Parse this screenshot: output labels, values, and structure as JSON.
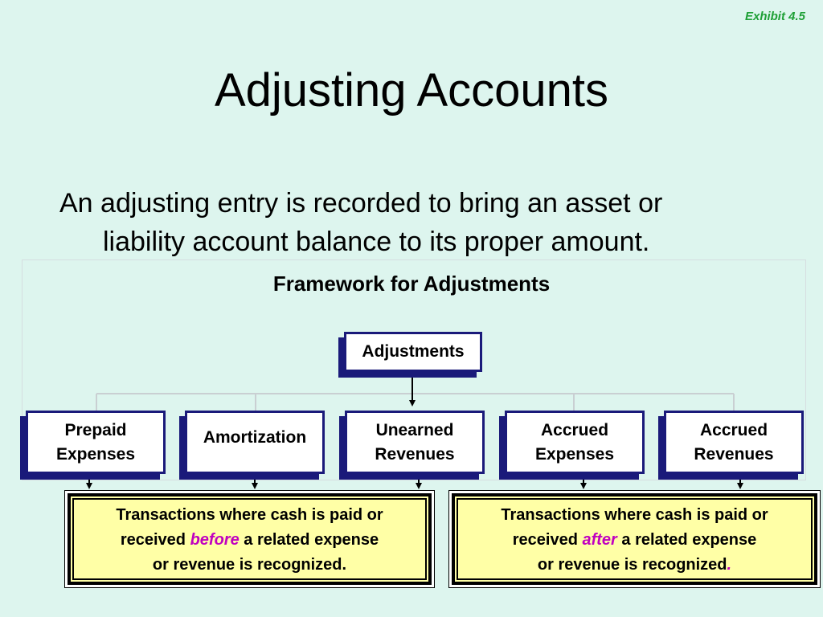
{
  "exhibit": "Exhibit 4.5",
  "title": "Adjusting Accounts",
  "intro": {
    "line1": "An adjusting entry is recorded to bring an asset or",
    "line2": "liability account balance to its proper amount."
  },
  "framework": {
    "title": "Framework for Adjustments",
    "root": "Adjustments",
    "categories": [
      {
        "line1": "Prepaid",
        "line2": "Expenses"
      },
      {
        "line1": "Amortization",
        "line2": ""
      },
      {
        "line1": "Unearned",
        "line2": "Revenues"
      },
      {
        "line1": "Accrued",
        "line2": "Expenses"
      },
      {
        "line1": "Accrued",
        "line2": "Revenues"
      }
    ]
  },
  "notes": [
    {
      "line1": "Transactions where cash is paid or",
      "line2_pre": "received ",
      "highlight": "before",
      "line2_post": " a related expense",
      "line3": "or revenue is recognized.",
      "trail": ""
    },
    {
      "line1": "Transactions where cash is paid or",
      "line2_pre": "received ",
      "highlight": "after",
      "line2_post": " a related expense",
      "line3": "or revenue is recognized",
      "trail": "."
    }
  ],
  "colors": {
    "background": "#ddf5ee",
    "box_border": "#1a1a7a",
    "note_fill": "#ffffa6",
    "highlight": "#c000c0",
    "exhibit": "#1fa037"
  }
}
